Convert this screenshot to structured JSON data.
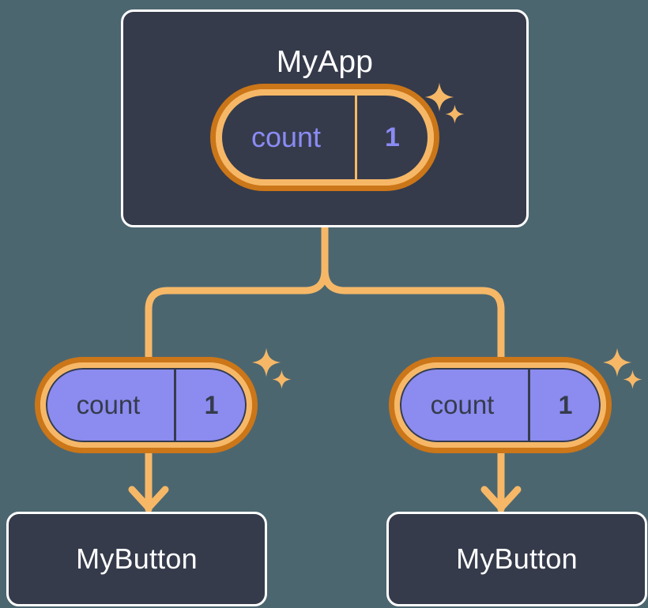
{
  "diagram": {
    "title_text": "MyApp",
    "background_color": "#4c6670",
    "accent_orange": "#f6b867",
    "accent_orange_dark": "#cb7618",
    "card_fill": "#353b4b",
    "pill_purple": "#8b8bf0",
    "state_text_purple": "#8b8bf5"
  },
  "root": {
    "name": "MyApp",
    "state_pill": {
      "key": "count",
      "value": "1",
      "sparkle_large": "sparkle-icon",
      "sparkle_small": "sparkle-icon"
    }
  },
  "children": [
    {
      "prop_pill": {
        "key": "count",
        "value": "1",
        "sparkle_large": "sparkle-icon",
        "sparkle_small": "sparkle-icon"
      },
      "component": {
        "name": "MyButton"
      }
    },
    {
      "prop_pill": {
        "key": "count",
        "value": "1",
        "sparkle_large": "sparkle-icon",
        "sparkle_small": "sparkle-icon"
      },
      "component": {
        "name": "MyButton"
      }
    }
  ],
  "connectors": {
    "trunk": "vertical-line",
    "branch": "tree-split",
    "arrow_left": "arrow-down-icon",
    "arrow_right": "arrow-down-icon"
  }
}
